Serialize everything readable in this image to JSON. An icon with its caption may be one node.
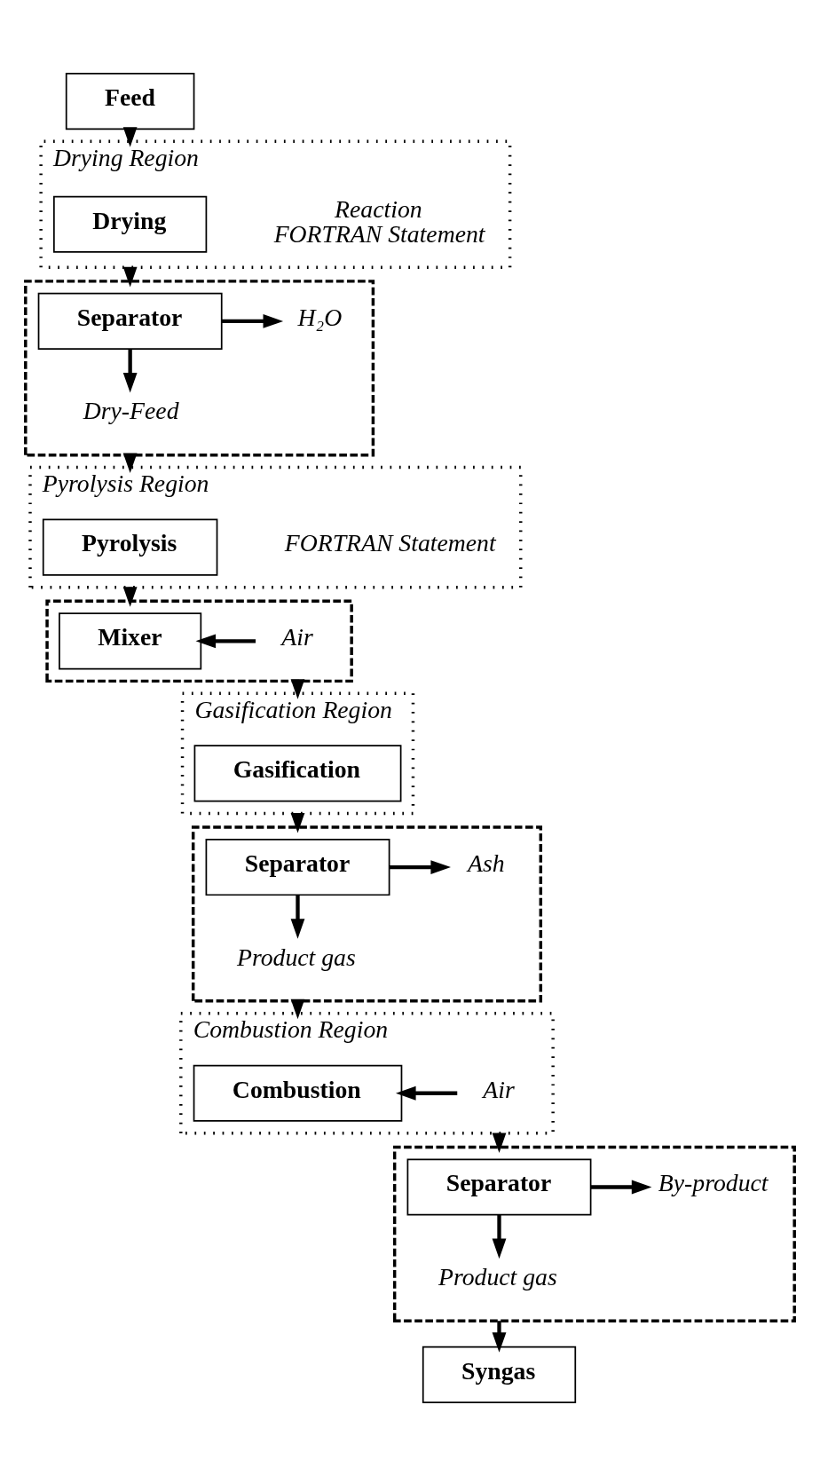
{
  "diagram": {
    "nodes": [
      {
        "text": [
          "Feed"
        ]
      },
      {
        "text": [
          "Drying Region"
        ]
      },
      {
        "text": [
          "Drying"
        ],
        "in": 1,
        "beside": [
          "Reaction",
          "FORTRAN Statement"
        ]
      },
      {
        "text": [],
        "shape": "box"
      },
      {
        "text": [
          "Separator"
        ],
        "in": 3
      },
      {
        "text": [
          "H₂O"
        ],
        "in": 3
      },
      {
        "text": [
          "Dry-Feed"
        ],
        "in": 3
      },
      {
        "text": [
          "Pyrolysis Region"
        ]
      },
      {
        "text": [
          "Pyrolysis"
        ],
        "in": 7,
        "beside": [
          "FORTRAN Statement"
        ]
      },
      {
        "text": [],
        "shape": "box"
      },
      {
        "text": [
          "Mixer"
        ],
        "in": 9
      },
      {
        "text": [
          "Air"
        ],
        "in": 9
      },
      {
        "text": [
          "Gasification Region"
        ]
      },
      {
        "text": [
          "Gasification"
        ],
        "in": 12
      },
      {
        "text": [],
        "shape": "box"
      },
      {
        "text": [
          "Separator"
        ],
        "in": 14
      },
      {
        "text": [
          "Ash"
        ],
        "in": 14
      },
      {
        "text": [
          "Product gas"
        ],
        "in": 14
      },
      {
        "text": [
          "Combustion Region"
        ]
      },
      {
        "text": [
          "Combustion"
        ],
        "in": 18
      },
      {
        "text": [
          "Air"
        ],
        "in": 18
      },
      {
        "text": [],
        "shape": "box"
      },
      {
        "text": [
          "Separator"
        ],
        "in": 21
      },
      {
        "text": [
          "By-product"
        ],
        "in": 21
      },
      {
        "text": [
          "Product gas"
        ],
        "in": 21
      },
      {
        "text": [
          "Syngas"
        ]
      }
    ],
    "edges": [
      {
        "from": 0,
        "to": 1,
        "arrow": "to"
      },
      {
        "from": 1,
        "to": 3,
        "arrow": "to"
      },
      {
        "from": 4,
        "to": 5,
        "arrow": "to"
      },
      {
        "from": 4,
        "to": 6,
        "arrow": "to"
      },
      {
        "from": 3,
        "to": 7,
        "arrow": "to"
      },
      {
        "from": 7,
        "to": 9,
        "arrow": "to"
      },
      {
        "from": 11,
        "to": 10,
        "arrow": "to"
      },
      {
        "from": 9,
        "to": 12,
        "arrow": "to"
      },
      {
        "from": 12,
        "to": 14,
        "arrow": "to"
      },
      {
        "from": 15,
        "to": 16,
        "arrow": "to"
      },
      {
        "from": 15,
        "to": 17,
        "arrow": "to"
      },
      {
        "from": 14,
        "to": 18,
        "arrow": "to"
      },
      {
        "from": 20,
        "to": 19,
        "arrow": "to"
      },
      {
        "from": 18,
        "to": 21,
        "arrow": "to"
      },
      {
        "from": 22,
        "to": 23,
        "arrow": "to"
      },
      {
        "from": 22,
        "to": 24,
        "arrow": "to"
      },
      {
        "from": 21,
        "to": 25,
        "arrow": "to"
      }
    ]
  }
}
